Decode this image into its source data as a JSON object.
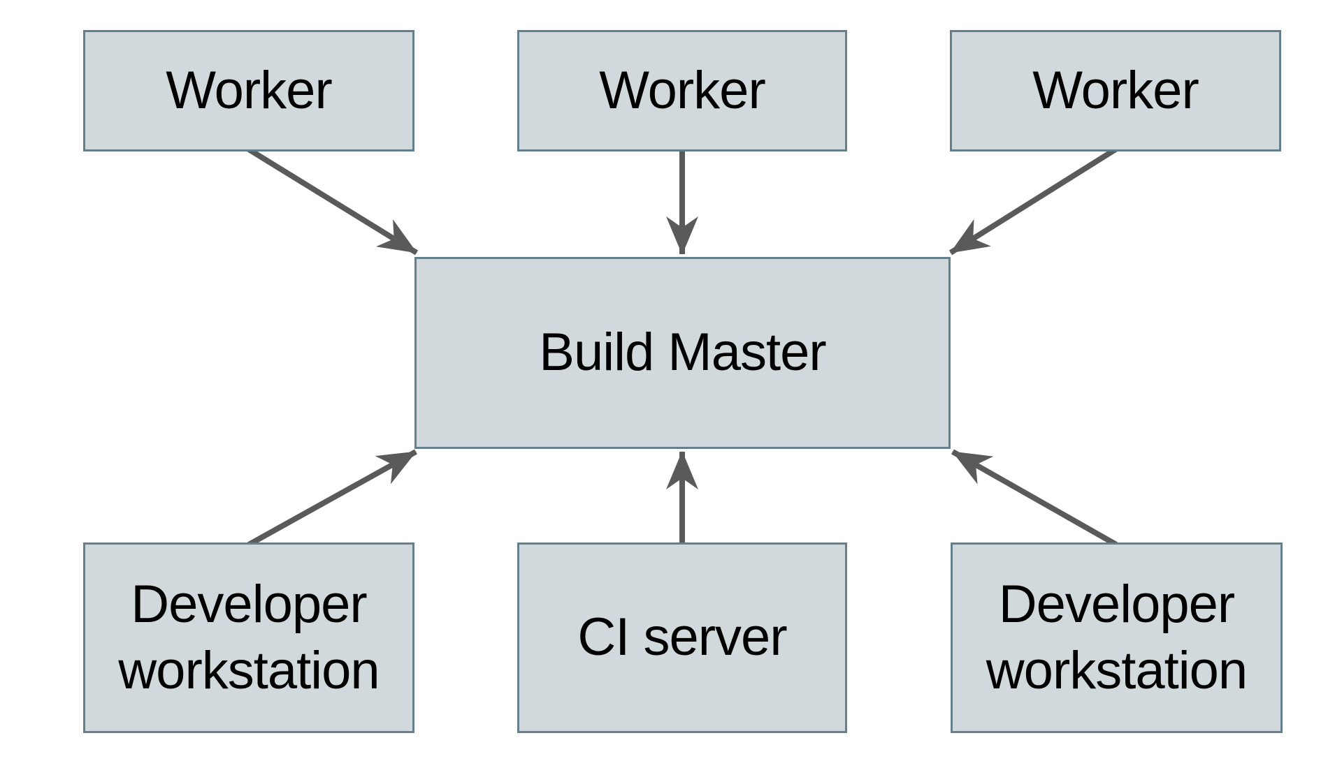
{
  "diagram": {
    "kind": "architecture-diagram",
    "background_color": "#ffffff",
    "node_fill_color": "#d1d9dc",
    "node_border_color": "#64808d",
    "arrow_color": "#5a5a5a",
    "text_color": "#000000",
    "nodes": [
      {
        "id": "worker-1",
        "label": "Worker"
      },
      {
        "id": "worker-2",
        "label": "Worker"
      },
      {
        "id": "worker-3",
        "label": "Worker"
      },
      {
        "id": "build-master",
        "label": "Build Master"
      },
      {
        "id": "developer-workstation-left",
        "label": "Developer workstation"
      },
      {
        "id": "ci-server",
        "label": "CI server"
      },
      {
        "id": "developer-workstation-right",
        "label": "Developer workstation"
      }
    ],
    "edges": [
      {
        "from": "worker-1",
        "to": "build-master"
      },
      {
        "from": "worker-2",
        "to": "build-master"
      },
      {
        "from": "worker-3",
        "to": "build-master"
      },
      {
        "from": "developer-workstation-left",
        "to": "build-master"
      },
      {
        "from": "ci-server",
        "to": "build-master"
      },
      {
        "from": "developer-workstation-right",
        "to": "build-master"
      }
    ]
  }
}
